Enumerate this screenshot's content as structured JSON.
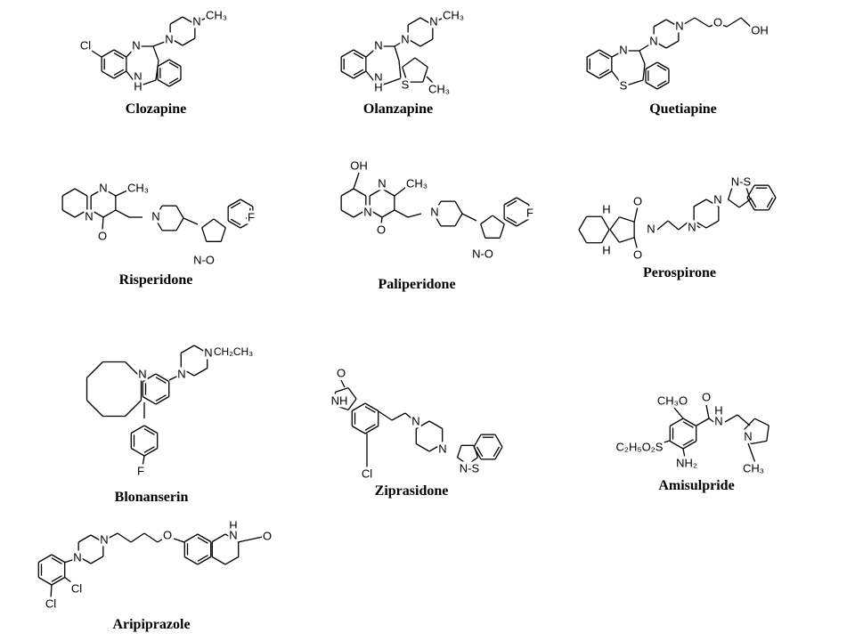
{
  "molecules": [
    {
      "name": "Clozapine",
      "atoms": [
        "Cl",
        "N",
        "N",
        "H",
        "N",
        "N",
        "CH₃"
      ]
    },
    {
      "name": "Olanzapine",
      "atoms": [
        "N",
        "N",
        "N",
        "CH₃",
        "N",
        "H",
        "S",
        "CH₃"
      ]
    },
    {
      "name": "Quetiapine",
      "atoms": [
        "N",
        "N",
        "N",
        "O",
        "OH",
        "S"
      ]
    },
    {
      "name": "Risperidone",
      "atoms": [
        "N",
        "CH₃",
        "N",
        "O",
        "N",
        "F",
        "N-O"
      ]
    },
    {
      "name": "Paliperidone",
      "atoms": [
        "OH",
        "N",
        "CH₃",
        "N",
        "O",
        "N",
        "F",
        "N-O"
      ]
    },
    {
      "name": "Perospirone",
      "atoms": [
        "H",
        "H",
        "O",
        "O",
        "N",
        "N",
        "N",
        "N-S"
      ]
    },
    {
      "name": "Blonanserin",
      "atoms": [
        "N",
        "N",
        "N",
        "CH₂CH₃",
        "F"
      ]
    },
    {
      "name": "Ziprasidone",
      "atoms": [
        "O",
        "NH",
        "Cl",
        "N",
        "N",
        "N-S"
      ]
    },
    {
      "name": "Amisulpride",
      "atoms": [
        "CH₃O",
        "O",
        "H",
        "N",
        "C₂H₅O₂S",
        "NH₂",
        "N",
        "CH₃"
      ]
    },
    {
      "name": "Aripiprazole",
      "atoms": [
        "N",
        "N",
        "O",
        "H",
        "N",
        "O",
        "Cl",
        "Cl"
      ]
    }
  ]
}
